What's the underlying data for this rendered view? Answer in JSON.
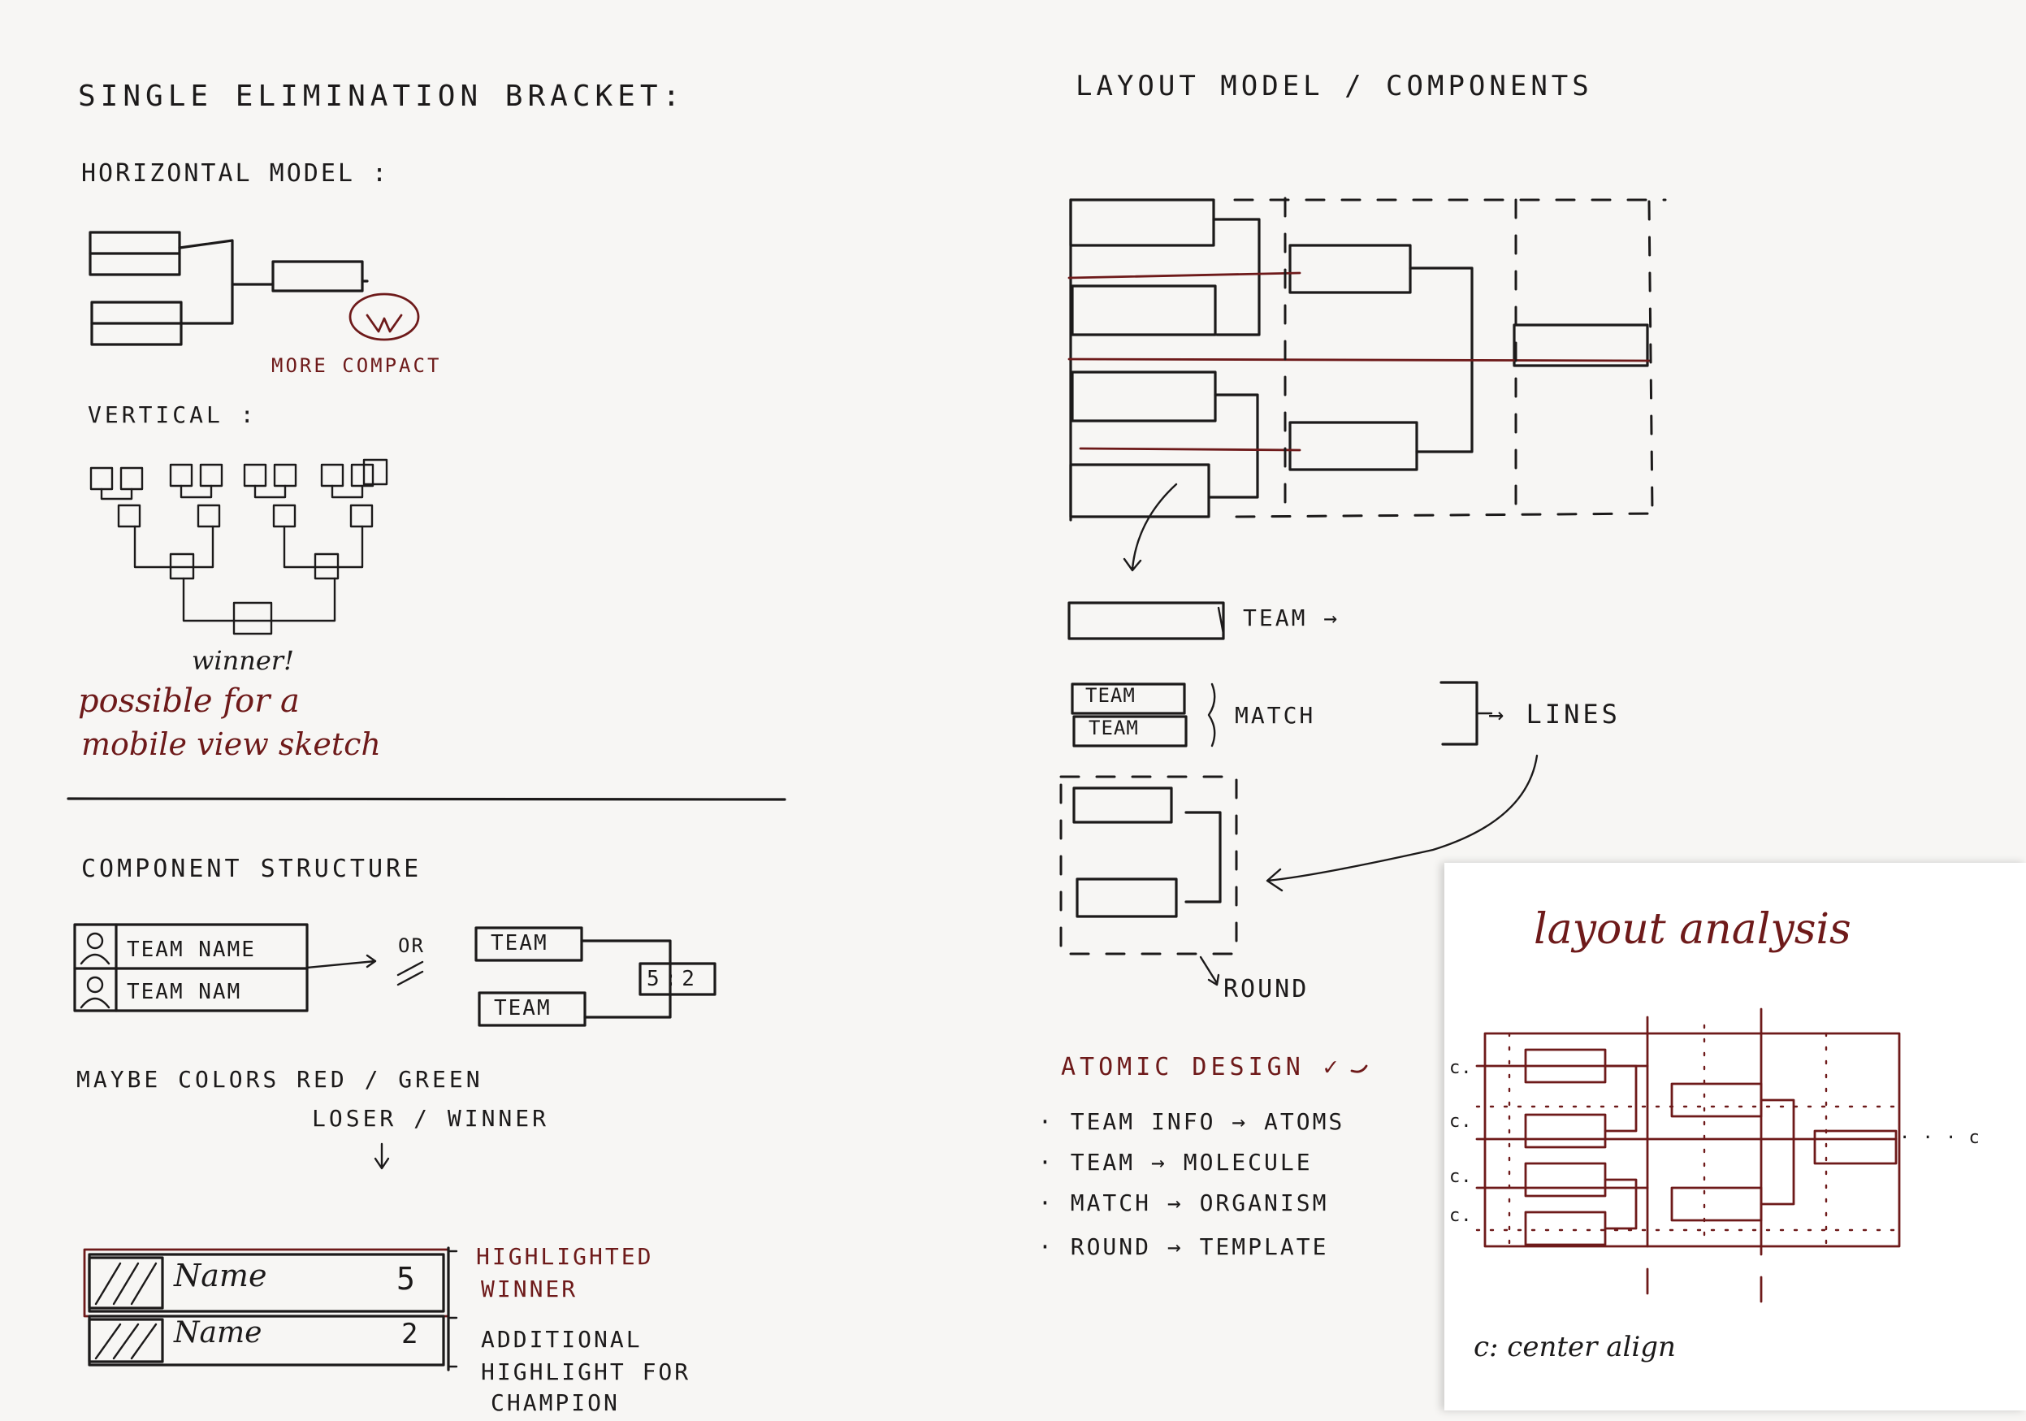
{
  "left": {
    "title": "SINGLE ELIMINATION BRACKET:",
    "horizontal_label": "HORIZONTAL MODEL :",
    "more_compact": "MORE COMPACT",
    "vertical_label": "VERTICAL :",
    "winner_label": "winner!",
    "mobile_note_line1": "possible for a",
    "mobile_note_line2": "mobile view sketch",
    "component_label": "COMPONENT STRUCTURE",
    "team_name_1": "TEAM NAME",
    "team_name_2": "TEAM NAM",
    "or_label": "OR",
    "team_a": "TEAM",
    "team_b": "TEAM",
    "score": "5:2",
    "colors_line1": "MAYBE COLORS RED / GREEN",
    "colors_line2": "LOSER / WINNER",
    "row1_name": "Name",
    "row1_score": "5",
    "row2_name": "Name",
    "row2_score": "2",
    "highlighted_line1": "HIGHLIGHTED",
    "highlighted_line2": "WINNER",
    "additional_line1": "ADDITIONAL",
    "additional_line2": "HIGHLIGHT FOR",
    "additional_line3": "CHAMPION"
  },
  "right": {
    "title": "LAYOUT MODEL / COMPONENTS",
    "team_arrow": "TEAM →",
    "match_team_1": "TEAM",
    "match_team_2": "TEAM",
    "match_label": "MATCH",
    "lines_label": "→ LINES",
    "round_label": "ROUND",
    "atomic_title": "ATOMIC DESIGN ✓",
    "atomic_items": [
      "· TEAM INFO → ATOMS",
      "· TEAM → MOLECULE",
      "· MATCH → ORGANISM",
      "· ROUND → TEMPLATE"
    ]
  },
  "note": {
    "title": "layout analysis",
    "c_markers": [
      "c.",
      "c.",
      "c.",
      "c."
    ],
    "c_right": "· · · c",
    "legend": "c: center align"
  }
}
